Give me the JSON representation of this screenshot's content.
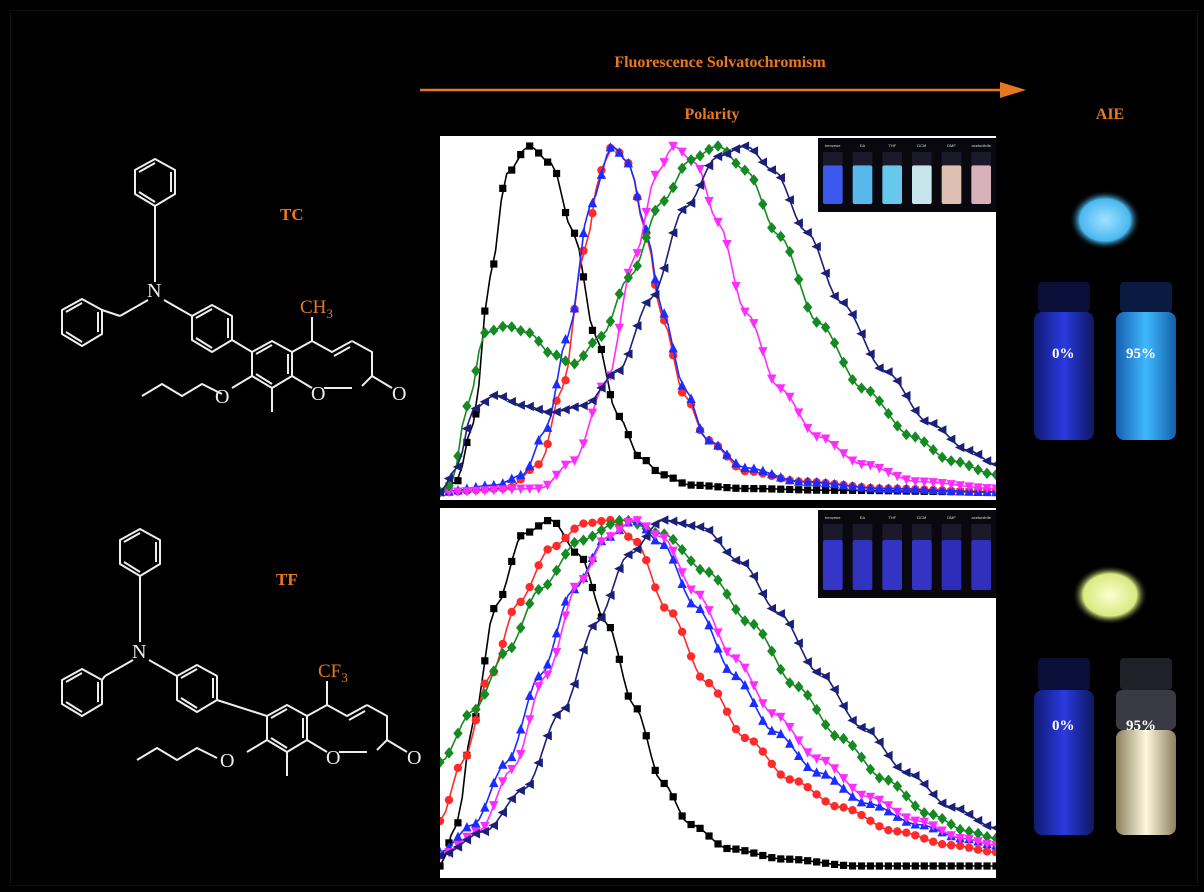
{
  "figure": {
    "title": "Fluorescence Solvatochromism",
    "polarity_label": "Polarity",
    "aie_label": "AIE"
  },
  "molecules": {
    "tc": {
      "label": "TC",
      "substituent": "CH3"
    },
    "tf": {
      "label": "TF",
      "substituent": "CF3"
    },
    "atoms": {
      "nitrogen": "N",
      "oxygen": "O"
    }
  },
  "insets": {
    "solvents": [
      "benzene",
      "EA",
      "THF",
      "DCM",
      "DMF",
      "acetonitrile"
    ],
    "tc_vial_colors": [
      "#4060ff",
      "#60c8ff",
      "#70d8ff",
      "#d8f8ff",
      "#f0d0c0",
      "#e8c0c8"
    ],
    "tf_vial_colors": [
      "#3a3ad8",
      "#3636d0",
      "#3838d4",
      "#3838d4",
      "#3030c8",
      "#3434cc"
    ]
  },
  "aie": {
    "tc": {
      "powder_color": "#6ad0ff",
      "vials": [
        {
          "label": "0%",
          "color": "#2838d0"
        },
        {
          "label": "95%",
          "color": "#30a8ff"
        }
      ]
    },
    "tf": {
      "powder_color": "#e8f5a0",
      "vials": [
        {
          "label": "0%",
          "color": "#2838d0"
        },
        {
          "label": "95%",
          "color": "#fff6d8"
        }
      ]
    }
  },
  "chart_data": [
    {
      "type": "line",
      "title": "",
      "xlabel": "",
      "ylabel": "",
      "xlim": [
        0,
        100
      ],
      "ylim": [
        0,
        1.0
      ],
      "grid": false,
      "series": [
        {
          "marker": "square",
          "color": "#000000",
          "points": [
            [
              0,
              0.0
            ],
            [
              3,
              0.03
            ],
            [
              6,
              0.2
            ],
            [
              9,
              0.62
            ],
            [
              12,
              0.92
            ],
            [
              16,
              1.0
            ],
            [
              20,
              0.95
            ],
            [
              24,
              0.75
            ],
            [
              28,
              0.45
            ],
            [
              32,
              0.22
            ],
            [
              36,
              0.1
            ],
            [
              40,
              0.05
            ],
            [
              45,
              0.02
            ],
            [
              55,
              0.01
            ],
            [
              70,
              0.005
            ],
            [
              100,
              0.0
            ]
          ]
        },
        {
          "marker": "circle",
          "color": "#ff2a2a",
          "points": [
            [
              0,
              0.0
            ],
            [
              12,
              0.01
            ],
            [
              18,
              0.08
            ],
            [
              22,
              0.3
            ],
            [
              26,
              0.7
            ],
            [
              29,
              0.93
            ],
            [
              31,
              1.0
            ],
            [
              34,
              0.95
            ],
            [
              37,
              0.75
            ],
            [
              40,
              0.5
            ],
            [
              44,
              0.28
            ],
            [
              48,
              0.15
            ],
            [
              55,
              0.06
            ],
            [
              65,
              0.03
            ],
            [
              80,
              0.01
            ],
            [
              100,
              0.0
            ]
          ]
        },
        {
          "marker": "triangle-up",
          "color": "#1a2cff",
          "points": [
            [
              0,
              0.0
            ],
            [
              10,
              0.02
            ],
            [
              15,
              0.05
            ],
            [
              19,
              0.18
            ],
            [
              23,
              0.45
            ],
            [
              27,
              0.83
            ],
            [
              31,
              1.0
            ],
            [
              34,
              0.95
            ],
            [
              37,
              0.76
            ],
            [
              40,
              0.52
            ],
            [
              44,
              0.3
            ],
            [
              48,
              0.15
            ],
            [
              55,
              0.07
            ],
            [
              65,
              0.03
            ],
            [
              80,
              0.01
            ],
            [
              100,
              0.0
            ]
          ]
        },
        {
          "marker": "triangle-down",
          "color": "#ff2cff",
          "points": [
            [
              0,
              0.0
            ],
            [
              18,
              0.01
            ],
            [
              24,
              0.09
            ],
            [
              30,
              0.32
            ],
            [
              35,
              0.68
            ],
            [
              39,
              0.92
            ],
            [
              42,
              1.0
            ],
            [
              46,
              0.95
            ],
            [
              50,
              0.78
            ],
            [
              55,
              0.52
            ],
            [
              61,
              0.3
            ],
            [
              68,
              0.16
            ],
            [
              76,
              0.08
            ],
            [
              86,
              0.03
            ],
            [
              100,
              0.01
            ]
          ]
        },
        {
          "marker": "diamond",
          "color": "#158a22",
          "points": [
            [
              0,
              0.0
            ],
            [
              2,
              0.02
            ],
            [
              5,
              0.25
            ],
            [
              8,
              0.46
            ],
            [
              12,
              0.48
            ],
            [
              16,
              0.46
            ],
            [
              20,
              0.4
            ],
            [
              24,
              0.37
            ],
            [
              29,
              0.45
            ],
            [
              34,
              0.62
            ],
            [
              40,
              0.84
            ],
            [
              45,
              0.96
            ],
            [
              50,
              1.0
            ],
            [
              55,
              0.93
            ],
            [
              61,
              0.74
            ],
            [
              68,
              0.49
            ],
            [
              76,
              0.3
            ],
            [
              85,
              0.16
            ],
            [
              92,
              0.09
            ],
            [
              100,
              0.05
            ]
          ]
        },
        {
          "marker": "triangle-left",
          "color": "#1a1f7a",
          "points": [
            [
              0,
              0.0
            ],
            [
              3,
              0.07
            ],
            [
              6,
              0.24
            ],
            [
              10,
              0.28
            ],
            [
              15,
              0.25
            ],
            [
              20,
              0.23
            ],
            [
              26,
              0.25
            ],
            [
              32,
              0.35
            ],
            [
              38,
              0.56
            ],
            [
              44,
              0.82
            ],
            [
              50,
              0.97
            ],
            [
              55,
              1.0
            ],
            [
              60,
              0.93
            ],
            [
              66,
              0.75
            ],
            [
              72,
              0.55
            ],
            [
              80,
              0.35
            ],
            [
              88,
              0.2
            ],
            [
              95,
              0.12
            ],
            [
              100,
              0.08
            ]
          ]
        }
      ]
    },
    {
      "type": "line",
      "title": "",
      "xlabel": "",
      "ylabel": "",
      "xlim": [
        0,
        100
      ],
      "ylim": [
        0,
        1.0
      ],
      "grid": false,
      "series": [
        {
          "marker": "square",
          "color": "#000000",
          "points": [
            [
              0,
              0.0
            ],
            [
              3,
              0.12
            ],
            [
              6,
              0.42
            ],
            [
              10,
              0.75
            ],
            [
              15,
              0.96
            ],
            [
              20,
              1.0
            ],
            [
              25,
              0.9
            ],
            [
              30,
              0.7
            ],
            [
              35,
              0.46
            ],
            [
              40,
              0.24
            ],
            [
              45,
              0.12
            ],
            [
              52,
              0.05
            ],
            [
              62,
              0.02
            ],
            [
              75,
              0.0
            ],
            [
              100,
              0.0
            ]
          ]
        },
        {
          "marker": "circle",
          "color": "#ff2a2a",
          "points": [
            [
              0,
              0.13
            ],
            [
              4,
              0.3
            ],
            [
              9,
              0.55
            ],
            [
              14,
              0.76
            ],
            [
              20,
              0.92
            ],
            [
              26,
              0.99
            ],
            [
              31,
              1.0
            ],
            [
              35,
              0.94
            ],
            [
              41,
              0.74
            ],
            [
              48,
              0.53
            ],
            [
              55,
              0.37
            ],
            [
              63,
              0.25
            ],
            [
              72,
              0.17
            ],
            [
              82,
              0.1
            ],
            [
              92,
              0.06
            ],
            [
              100,
              0.04
            ]
          ]
        },
        {
          "marker": "diamond",
          "color": "#158a22",
          "points": [
            [
              0,
              0.3
            ],
            [
              6,
              0.45
            ],
            [
              12,
              0.62
            ],
            [
              18,
              0.8
            ],
            [
              25,
              0.94
            ],
            [
              33,
              1.0
            ],
            [
              40,
              0.96
            ],
            [
              48,
              0.85
            ],
            [
              56,
              0.7
            ],
            [
              64,
              0.52
            ],
            [
              72,
              0.37
            ],
            [
              80,
              0.25
            ],
            [
              88,
              0.15
            ],
            [
              95,
              0.1
            ],
            [
              100,
              0.08
            ]
          ]
        },
        {
          "marker": "triangle-up",
          "color": "#1a2cff",
          "points": [
            [
              0,
              0.04
            ],
            [
              6,
              0.12
            ],
            [
              12,
              0.3
            ],
            [
              18,
              0.55
            ],
            [
              24,
              0.8
            ],
            [
              30,
              0.95
            ],
            [
              35,
              1.0
            ],
            [
              40,
              0.93
            ],
            [
              46,
              0.75
            ],
            [
              53,
              0.55
            ],
            [
              60,
              0.39
            ],
            [
              68,
              0.27
            ],
            [
              77,
              0.18
            ],
            [
              86,
              0.12
            ],
            [
              94,
              0.08
            ],
            [
              100,
              0.06
            ]
          ]
        },
        {
          "marker": "triangle-down",
          "color": "#ff2cff",
          "points": [
            [
              0,
              0.03
            ],
            [
              7,
              0.1
            ],
            [
              13,
              0.28
            ],
            [
              19,
              0.55
            ],
            [
              25,
              0.82
            ],
            [
              30,
              0.95
            ],
            [
              35,
              1.0
            ],
            [
              40,
              0.95
            ],
            [
              46,
              0.79
            ],
            [
              53,
              0.6
            ],
            [
              60,
              0.44
            ],
            [
              68,
              0.31
            ],
            [
              77,
              0.2
            ],
            [
              86,
              0.13
            ],
            [
              94,
              0.08
            ],
            [
              100,
              0.06
            ]
          ]
        },
        {
          "marker": "triangle-left",
          "color": "#1a1f7a",
          "points": [
            [
              0,
              0.03
            ],
            [
              8,
              0.1
            ],
            [
              15,
              0.22
            ],
            [
              22,
              0.45
            ],
            [
              28,
              0.7
            ],
            [
              34,
              0.9
            ],
            [
              40,
              1.0
            ],
            [
              47,
              0.98
            ],
            [
              54,
              0.88
            ],
            [
              61,
              0.73
            ],
            [
              68,
              0.56
            ],
            [
              76,
              0.4
            ],
            [
              84,
              0.27
            ],
            [
              92,
              0.17
            ],
            [
              100,
              0.11
            ]
          ]
        }
      ]
    }
  ]
}
